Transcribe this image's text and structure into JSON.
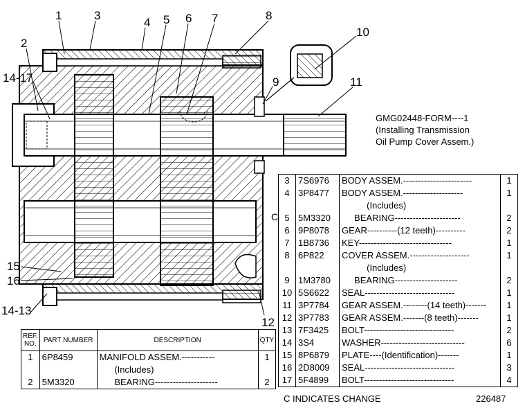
{
  "callouts": {
    "c1": "1",
    "c3": "3",
    "c4": "4",
    "c5": "5",
    "c6": "6",
    "c7": "7",
    "c8": "8",
    "c10": "10",
    "c2": "2",
    "c14_17": "14-17",
    "c9": "9",
    "c11": "11",
    "c15": "15",
    "c16": "16",
    "c14_13": "14-13",
    "c12": "12"
  },
  "form": {
    "line1": "GMG02448-FORM----1",
    "line2": "(Installing Transmission",
    "line3": "Oil Pump Cover Assem.)"
  },
  "right_table": {
    "rows": [
      {
        "ref": "3",
        "part": "7S6976",
        "desc": "BODY ASSEM.-----------------------",
        "qty": "1"
      },
      {
        "ref": "4",
        "part": "3P8477",
        "desc": "BODY ASSEM.--------------------",
        "qty": "1"
      },
      {
        "ref": "",
        "part": "",
        "desc": "          (Includes)",
        "qty": ""
      },
      {
        "ref": "5",
        "part": "5M3320",
        "desc": "     BEARING----------------------",
        "qty": "2"
      },
      {
        "ref": "6",
        "part": "9P8078",
        "desc": "GEAR----------(12 teeth)----------",
        "qty": "2"
      },
      {
        "ref": "7",
        "part": "1B8736",
        "desc": "KEY-------------------------------",
        "qty": "1"
      },
      {
        "ref": "8",
        "part": "6P822",
        "desc": "COVER ASSEM.--------------------",
        "qty": "1"
      },
      {
        "ref": "",
        "part": "",
        "desc": "          (Includes)",
        "qty": ""
      },
      {
        "ref": "9",
        "part": "1M3780",
        "desc": "     BEARING---------------------",
        "qty": "2"
      },
      {
        "ref": "10",
        "part": "5S6622",
        "desc": "SEAL------------------------------",
        "qty": "1"
      },
      {
        "ref": "11",
        "part": "3P7784",
        "desc": "GEAR ASSEM.--------(14 teeth)-------",
        "qty": "1"
      },
      {
        "ref": "12",
        "part": "3P7783",
        "desc": "GEAR ASSEM.-------(8 teeth)-------",
        "qty": "1"
      },
      {
        "ref": "13",
        "part": "7F3425",
        "desc": "BOLT------------------------------",
        "qty": "2"
      },
      {
        "ref": "14",
        "part": "3S4",
        "desc": "WASHER----------------------------",
        "qty": "6"
      },
      {
        "ref": "15",
        "part": "8P6879",
        "desc": "PLATE----(Identification)-------",
        "qty": "1"
      },
      {
        "ref": "16",
        "part": "2D8009",
        "desc": "SEAL------------------------------",
        "qty": "3"
      },
      {
        "ref": "17",
        "part": "5F4899",
        "desc": "BOLT------------------------------",
        "qty": "4"
      }
    ]
  },
  "left_table": {
    "headers": {
      "ref": "REF. NO.",
      "part": "PART NUMBER",
      "desc": "DESCRIPTION",
      "qty": "QTY"
    },
    "rows": [
      {
        "ref": "1",
        "part": "6P8459",
        "desc": "MANIFOLD ASSEM.-----------",
        "qty": "1"
      },
      {
        "ref": "",
        "part": "",
        "desc": "      (Includes)",
        "qty": ""
      },
      {
        "ref": "2",
        "part": "5M3320",
        "desc": "      BEARING---------------------",
        "qty": "2"
      }
    ]
  },
  "change_mark": "C",
  "footer_note": "C  INDICATES CHANGE",
  "ref_number": "226487"
}
